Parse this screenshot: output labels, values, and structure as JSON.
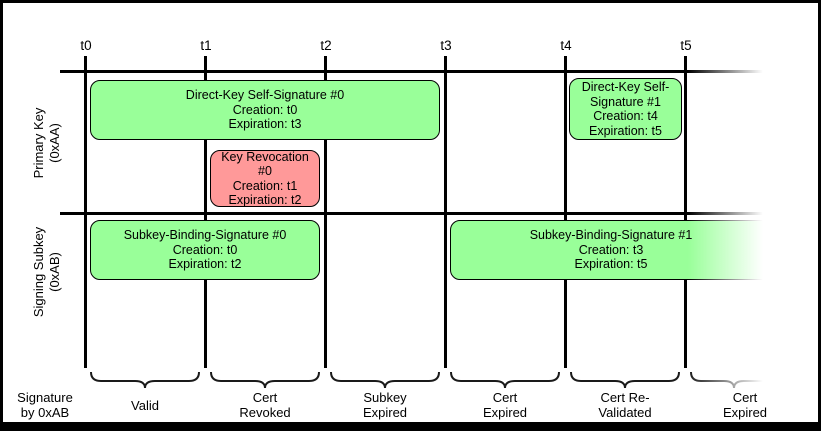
{
  "colors": {
    "valid_green": "#99ff99",
    "revoked_red": "#ff9999",
    "line_black": "#000000"
  },
  "timeline": {
    "ticks": [
      "t0",
      "t1",
      "t2",
      "t3",
      "t4",
      "t5"
    ]
  },
  "rows": [
    {
      "label_lines": [
        "Primary Key",
        "(0xAA)"
      ]
    },
    {
      "label_lines": [
        "Signing Subkey",
        "(0xAB)"
      ]
    }
  ],
  "signature_boxes": [
    {
      "title": "Direct-Key Self-Signature #0",
      "creation": "Creation: t0",
      "expiration": "Expiration: t3",
      "status": "valid"
    },
    {
      "title": "Key Revocation #0",
      "creation": "Creation: t1",
      "expiration": "Expiration: t2",
      "status": "revoked"
    },
    {
      "title": "Direct-Key Self-Signature #1",
      "creation": "Creation: t4",
      "expiration": "Expiration: t5",
      "status": "valid"
    },
    {
      "title": "Subkey-Binding-Signature #0",
      "creation": "Creation: t0",
      "expiration": "Expiration: t2",
      "status": "valid"
    },
    {
      "title": "Subkey-Binding-Signature #1",
      "creation": "Creation: t3",
      "expiration": "Expiration: t5",
      "status": "valid"
    }
  ],
  "bottom_axis": {
    "row_label_lines": [
      "Signature",
      "by 0xAB"
    ],
    "intervals": [
      {
        "from": "t0",
        "to": "t1",
        "label_lines": [
          "Valid"
        ]
      },
      {
        "from": "t1",
        "to": "t2",
        "label_lines": [
          "Cert",
          "Revoked"
        ]
      },
      {
        "from": "t2",
        "to": "t3",
        "label_lines": [
          "Subkey",
          "Expired"
        ]
      },
      {
        "from": "t3",
        "to": "t4",
        "label_lines": [
          "Cert",
          "Expired"
        ]
      },
      {
        "from": "t4",
        "to": "t5",
        "label_lines": [
          "Cert Re-",
          "Validated"
        ]
      },
      {
        "from": "t5",
        "to": null,
        "label_lines": [
          "Cert",
          "Expired"
        ]
      }
    ]
  }
}
